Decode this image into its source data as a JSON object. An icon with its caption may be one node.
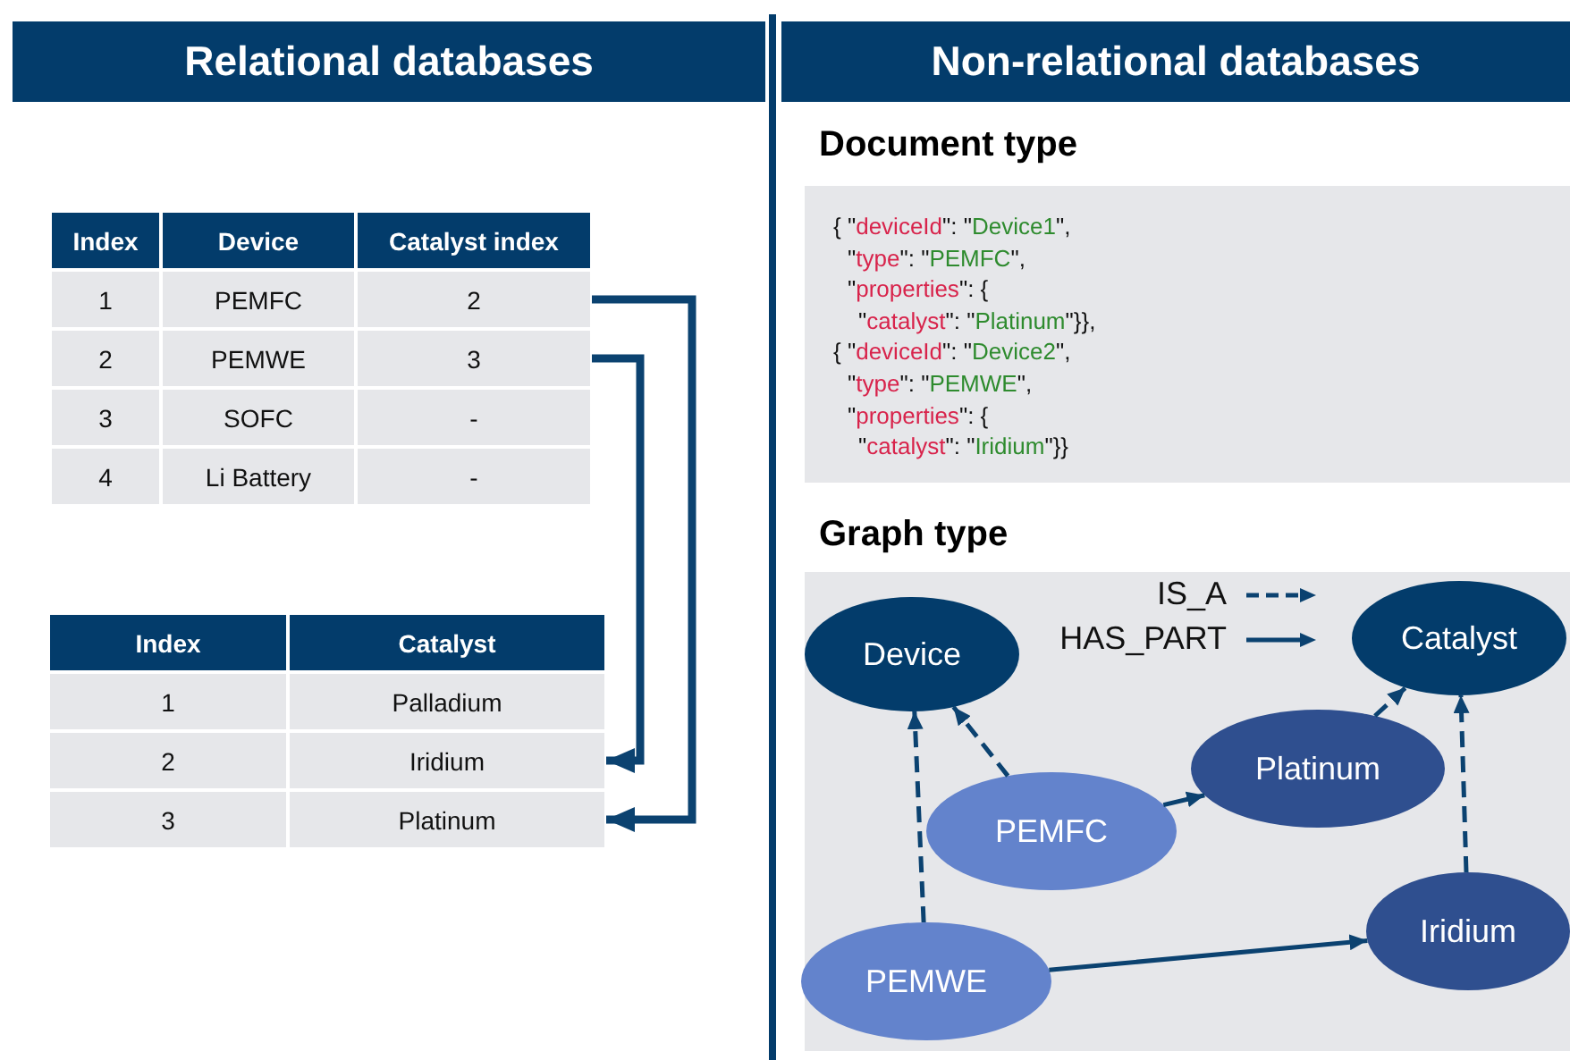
{
  "diagram": {
    "nodes": [
      {
        "text": [
          "Relational databases"
        ]
      },
      {
        "text": [
          "Index",
          "Device",
          "Catalyst index"
        ]
      },
      {
        "text": [
          "1",
          "PEMFC",
          "2"
        ]
      },
      {
        "text": [
          "2",
          "PEMWE",
          "3"
        ]
      },
      {
        "text": [
          "3",
          "SOFC",
          "-"
        ]
      },
      {
        "text": [
          "4",
          "Li Battery",
          "-"
        ]
      },
      {
        "text": [
          "Index",
          "Catalyst"
        ]
      },
      {
        "text": [
          "1",
          "Palladium"
        ]
      },
      {
        "text": [
          "2",
          "Iridium"
        ]
      },
      {
        "text": [
          "3",
          "Platinum"
        ]
      },
      {
        "text": [
          "Non-relational databases"
        ]
      },
      {
        "text": [
          "Document type",
          "{ \"deviceId\": \"Device1\",",
          "\"type\": \"PEMFC\",",
          "\"properties\": {",
          "\"catalyst\": \"Platinum\"}},",
          "{ \"deviceId\": \"Device2\",",
          "\"type\": \"PEMWE\",",
          "\"properties\": {",
          "\"catalyst\": \"Iridium\"}}"
        ]
      },
      {
        "text": [
          "Graph type"
        ]
      },
      {
        "text": [
          "Device"
        ],
        "in": 12
      },
      {
        "text": [
          "Catalyst"
        ],
        "in": 12
      },
      {
        "text": [
          "Platinum"
        ],
        "in": 12
      },
      {
        "text": [
          "PEMFC"
        ],
        "in": 12
      },
      {
        "text": [
          "Iridium"
        ],
        "in": 12
      },
      {
        "text": [
          "PEMWE"
        ],
        "in": 12
      }
    ],
    "edges": [
      {
        "from": 2,
        "to": 9,
        "arrow": "to",
        "style": "thick"
      },
      {
        "from": 3,
        "to": 8,
        "arrow": "to",
        "style": "thick"
      },
      {
        "from": 16,
        "to": 13,
        "arrow": "to",
        "style": "dashed"
      },
      {
        "from": 18,
        "to": 13,
        "arrow": "to",
        "style": "dashed"
      },
      {
        "from": 16,
        "to": 15,
        "arrow": "to"
      },
      {
        "from": 15,
        "to": 14,
        "arrow": "to",
        "style": "dashed"
      },
      {
        "from": 17,
        "to": 14,
        "arrow": "to",
        "style": "dashed"
      },
      {
        "from": 18,
        "to": 17,
        "arrow": "to"
      }
    ],
    "legend": [
      {
        "text": "IS_A"
      },
      {
        "text": "HAS_PART"
      }
    ]
  }
}
